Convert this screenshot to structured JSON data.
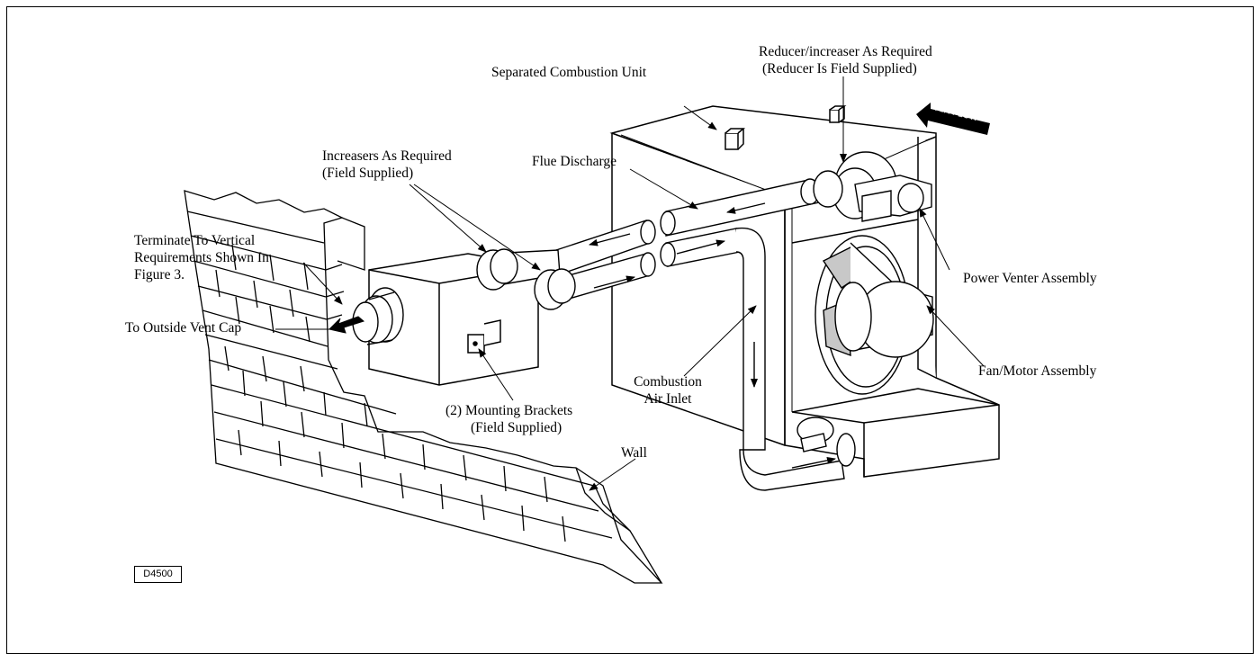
{
  "labels": {
    "separated_combustion_unit": "Separated Combustion Unit",
    "reducer_line1": "Reducer/increaser As Required",
    "reducer_line2": "(Reducer Is Field Supplied)",
    "increasers_line1": "Increasers As Required",
    "increasers_line2": "(Field Supplied)",
    "flue_discharge": "Flue Discharge",
    "terminate_line1": "Terminate To Vertical",
    "terminate_line2": "Requirements Shown In",
    "terminate_line3": "Figure 3.",
    "outside_vent_cap": "To Outside Vent Cap",
    "power_venter": "Power Venter Assembly",
    "fan_motor": "Fan/Motor Assembly",
    "combustion_line1": "Combustion",
    "combustion_line2": "Air Inlet",
    "brackets_line1": "(2) Mounting Brackets",
    "brackets_line2": "(Field Supplied)",
    "wall": "Wall",
    "air_flow": "AIR FLOW",
    "drawing_code": "D4500"
  },
  "colors": {
    "line": "#000000",
    "background": "#ffffff",
    "shade": "#c8c8c8"
  }
}
